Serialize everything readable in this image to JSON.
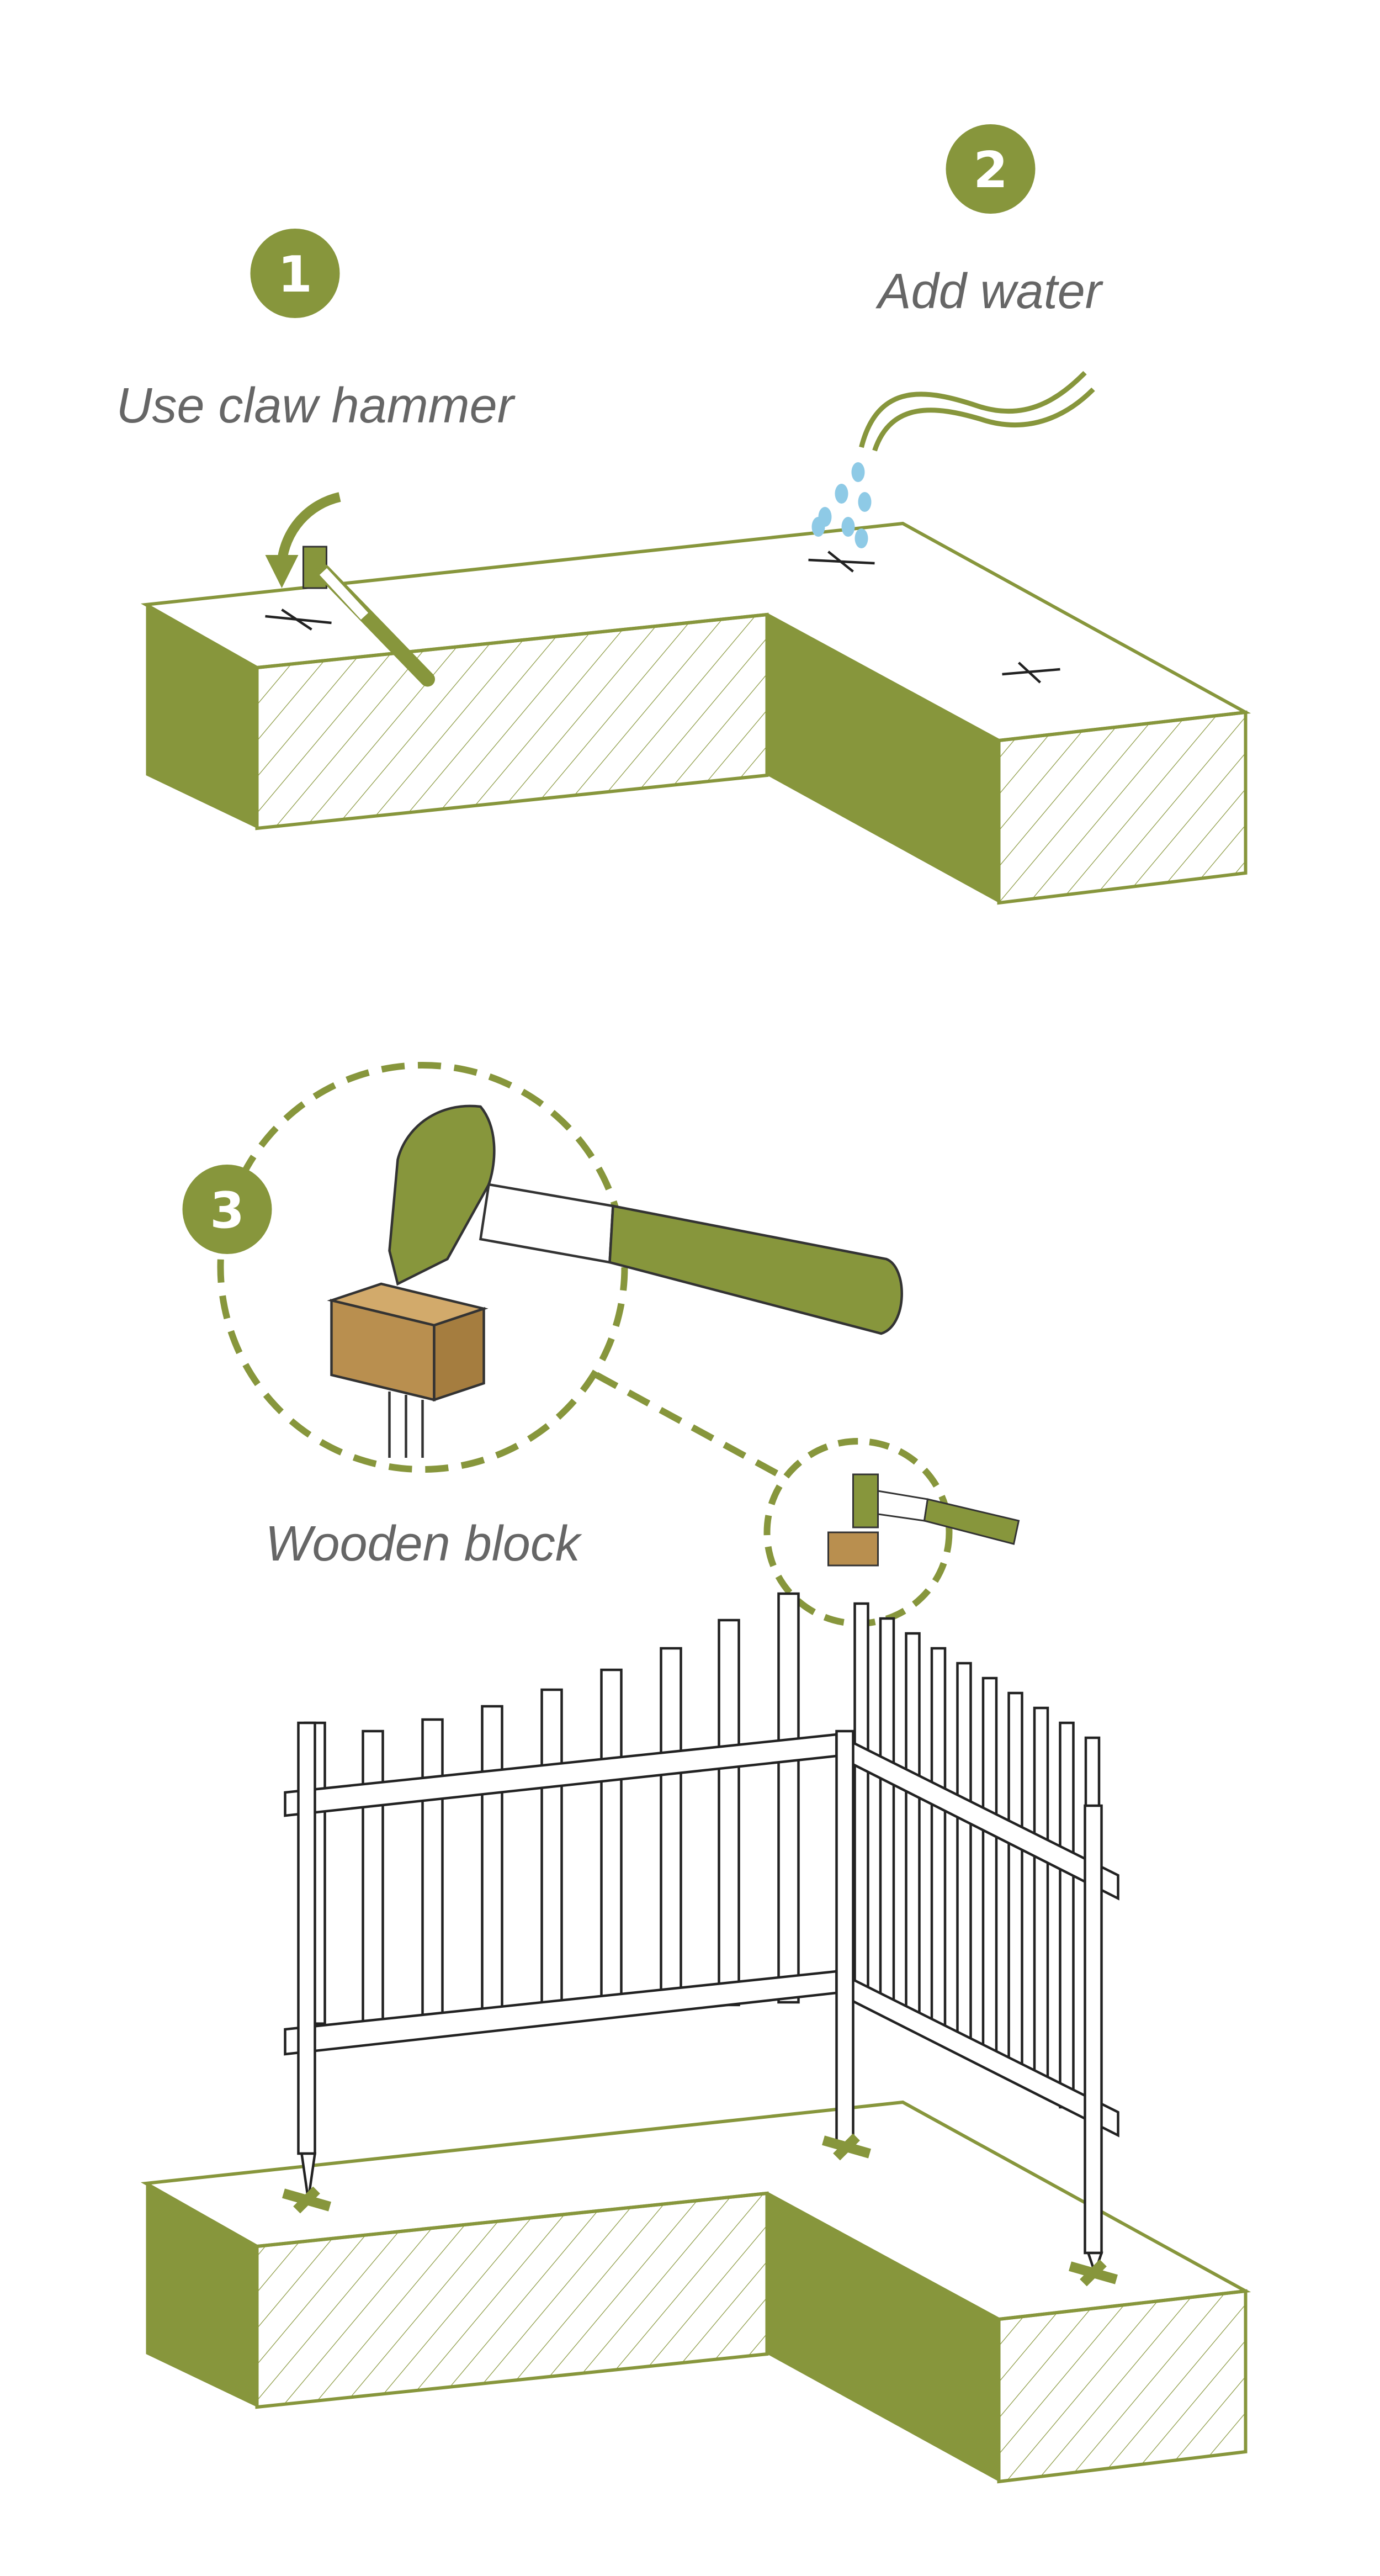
{
  "colors": {
    "accent": "#87963c",
    "text": "#666666",
    "water": "#8ecae6",
    "wood": "#b98f4f"
  },
  "steps": [
    {
      "number": "1",
      "label": "Use claw hammer"
    },
    {
      "number": "2",
      "label": "Add water"
    },
    {
      "number": "3",
      "label": "Wooden block"
    }
  ]
}
